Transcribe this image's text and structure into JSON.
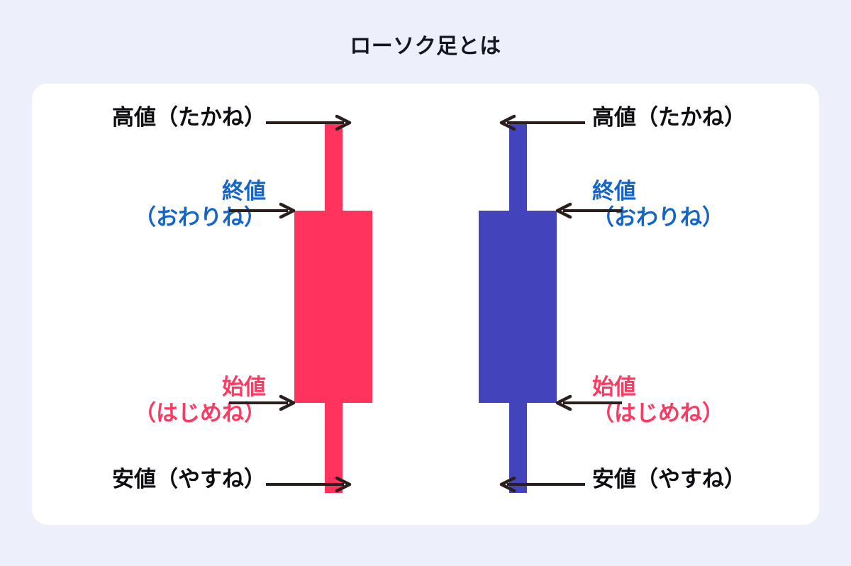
{
  "title": "ローソク足とは",
  "colors": {
    "background": "#EDF0FA",
    "card": "#FFFFFF",
    "red_candle": "#FF335C",
    "blue_candle": "#4343BC",
    "label_black": "#0D0D12",
    "label_blue": "#1565C8",
    "label_pink": "#FA3A63",
    "arrow": "#2A1F1C"
  },
  "diagram": {
    "candles": [
      {
        "name": "red-candle",
        "color": "#FF335C",
        "labels": {
          "high": "高値（たかね）",
          "close": "終値\n（おわりね）",
          "open": "始値\n（はじめね）",
          "low": "安値（やすね）"
        },
        "arrow_direction": "right"
      },
      {
        "name": "blue-candle",
        "color": "#4343BC",
        "labels": {
          "high": "高値（たかね）",
          "close": "終値\n（おわりね）",
          "open": "始値\n（はじめね）",
          "low": "安値（やすね）"
        },
        "arrow_direction": "left"
      }
    ],
    "label_colors": {
      "high": "#0D0D12",
      "close": "#1565C8",
      "open": "#FA3A63",
      "low": "#0D0D12"
    },
    "icons": {
      "arrow_right": "arrow-right-icon",
      "arrow_left": "arrow-left-icon"
    }
  }
}
